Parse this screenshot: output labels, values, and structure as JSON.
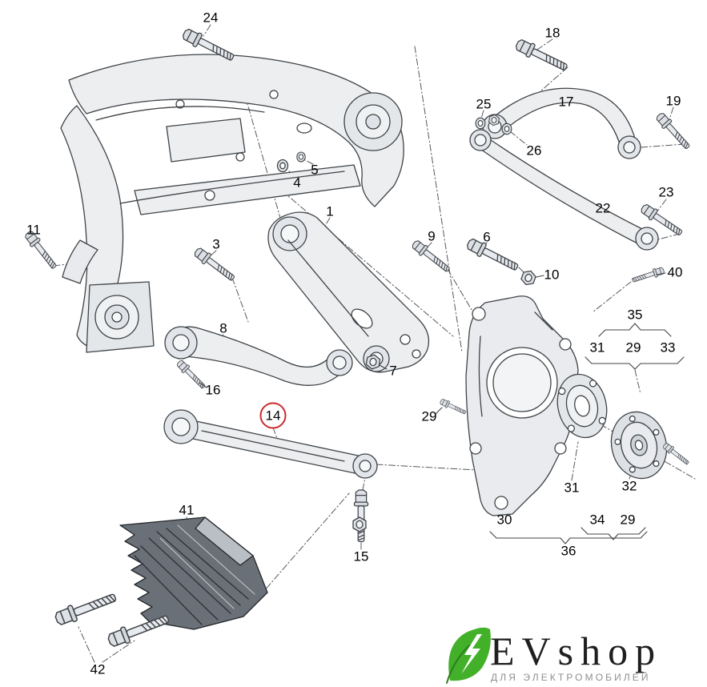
{
  "diagram": {
    "type": "exploded-parts-diagram",
    "highlighted_part": "14"
  },
  "callouts": [
    {
      "label": "24",
      "circled": false
    },
    {
      "label": "18",
      "circled": false
    },
    {
      "label": "25",
      "circled": false
    },
    {
      "label": "17",
      "circled": false
    },
    {
      "label": "19",
      "circled": false
    },
    {
      "label": "26",
      "circled": false
    },
    {
      "label": "23",
      "circled": false
    },
    {
      "label": "22",
      "circled": false
    },
    {
      "label": "11",
      "circled": false
    },
    {
      "label": "3",
      "circled": false
    },
    {
      "label": "4",
      "circled": false
    },
    {
      "label": "5",
      "circled": false
    },
    {
      "label": "1",
      "circled": false
    },
    {
      "label": "9",
      "circled": false
    },
    {
      "label": "6",
      "circled": false
    },
    {
      "label": "10",
      "circled": false
    },
    {
      "label": "40",
      "circled": false
    },
    {
      "label": "35",
      "circled": false
    },
    {
      "label": "31",
      "circled": false
    },
    {
      "label": "29",
      "circled": false
    },
    {
      "label": "33",
      "circled": false
    },
    {
      "label": "8",
      "circled": false
    },
    {
      "label": "16",
      "circled": false
    },
    {
      "label": "7",
      "circled": false
    },
    {
      "label": "29",
      "circled": false
    },
    {
      "label": "14",
      "circled": true
    },
    {
      "label": "30",
      "circled": false
    },
    {
      "label": "31",
      "circled": false
    },
    {
      "label": "32",
      "circled": false
    },
    {
      "label": "34",
      "circled": false
    },
    {
      "label": "29",
      "circled": false
    },
    {
      "label": "15",
      "circled": false
    },
    {
      "label": "36",
      "circled": false
    },
    {
      "label": "41",
      "circled": false
    },
    {
      "label": "42",
      "circled": false
    }
  ],
  "logo": {
    "name": "EVshop",
    "tagline": "ДЛЯ ЭЛЕКТРОМОБИЛЕЙ"
  },
  "colors": {
    "highlight_circle": "#cc2a2a",
    "logo_leaf": "#43b02a",
    "logo_text": "#1f1f1f",
    "tagline_text": "#8f8f8f",
    "line": "#3f4347",
    "part_fill": "#eceef0",
    "background": "#ffffff"
  }
}
